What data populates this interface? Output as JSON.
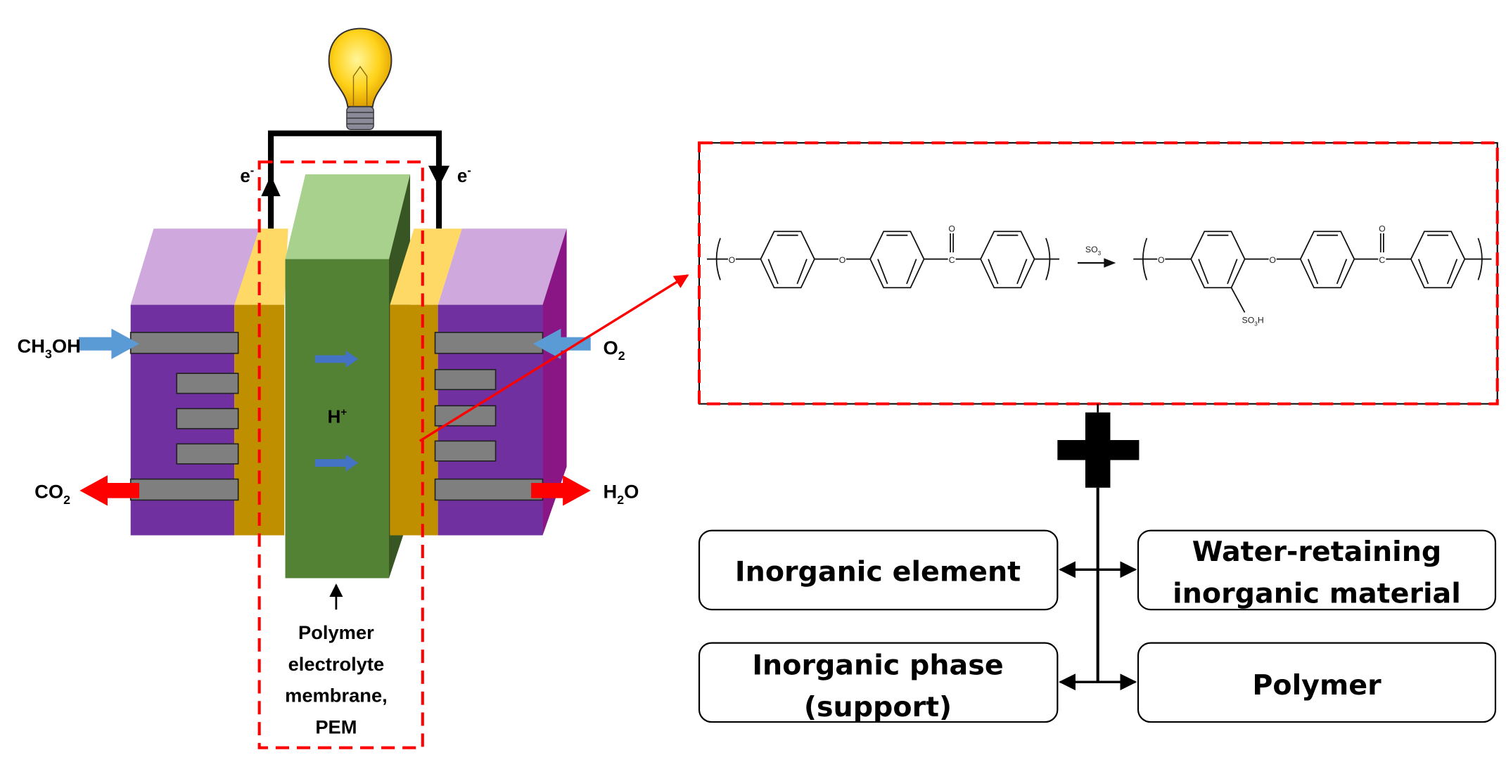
{
  "fuel_cell": {
    "electron_left": "e",
    "electron_right": "e",
    "electron_charge": "-",
    "proton": "H",
    "proton_charge": "+",
    "inputs": {
      "fuel": {
        "main": "CH",
        "sub": "3",
        "tail": "OH"
      },
      "oxidant": {
        "main": "O",
        "sub": "2"
      },
      "exhaust_left": {
        "main": "CO",
        "sub": "2"
      },
      "exhaust_right": {
        "main": "H",
        "sub": "2",
        "tail": "O"
      }
    },
    "membrane_label": [
      "Polymer",
      "electrolyte",
      "membrane,",
      "PEM"
    ]
  },
  "chemistry": {
    "reagent": {
      "main": "SO",
      "sub": "3"
    },
    "substituent": {
      "main": "SO",
      "sub": "3",
      "tail": "H"
    },
    "ether_oxygen": "O",
    "carbonyl_carbon": "C",
    "carbonyl_oxygen": "O"
  },
  "components": [
    {
      "lines": [
        "Inorganic element"
      ]
    },
    {
      "lines": [
        "Water-retaining",
        "inorganic material"
      ]
    },
    {
      "lines": [
        "Inorganic phase",
        "(support)"
      ]
    },
    {
      "lines": [
        "Polymer"
      ]
    }
  ],
  "colors": {
    "purple": "#7030a0",
    "lilac": "#cfa8de",
    "gold": "#bf8f00",
    "yellow": "#ffd966",
    "green": "#548235",
    "light_green": "#a9d18e",
    "highlight_red": "#ff0000",
    "flow_blue": "#5b9bd5"
  }
}
